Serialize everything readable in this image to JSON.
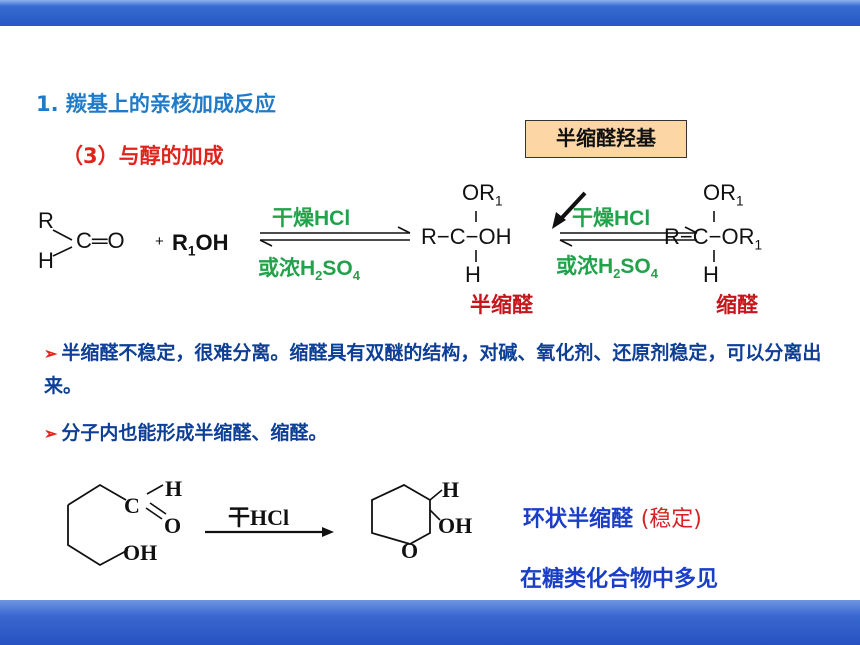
{
  "heading": "1.  羰基上的亲核加成反应",
  "subheading": "（3）与醇的加成",
  "callout": "半缩醛羟基",
  "reaction": {
    "aldehyde_r": "R",
    "aldehyde_co": "C═O",
    "aldehyde_h": "H",
    "plus": "+",
    "alcohol_r": "R",
    "alcohol_sub": "1",
    "alcohol_oh": "OH",
    "cond1_top": "干燥HCl",
    "cond1_bottom_a": "或浓H",
    "cond1_bottom_sub1": "2",
    "cond1_bottom_b": "SO",
    "cond1_bottom_sub2": "4",
    "hemi_top": "OR",
    "hemi_top_sub": "1",
    "hemi_mid": "R−C−OH",
    "hemi_bottom": "H",
    "hemi_label": "半缩醛",
    "cond2_top": "干燥HCl",
    "cond2_bottom_a": "或浓H",
    "cond2_bottom_sub1": "2",
    "cond2_bottom_b": "SO",
    "cond2_bottom_sub2": "4",
    "acetal_top": "OR",
    "acetal_top_sub": "1",
    "acetal_mid_a": "R−C−OR",
    "acetal_mid_sub": "1",
    "acetal_bottom": "H",
    "acetal_label": "缩醛"
  },
  "bullets": [
    "半缩醛不稳定，很难分离。缩醛具有双醚的结构，对碱、氧化剂、还原剂稳定，可以分离出来。",
    "分子内也能形成半缩醛、缩醛。"
  ],
  "cyclic": {
    "chain_c": "C",
    "chain_h": "H",
    "chain_o": "O",
    "chain_oh": "OH",
    "arrow_text": "干HCl",
    "ring_h": "H",
    "ring_oh": "OH",
    "ring_o": "O"
  },
  "notes": {
    "line1_a": "环状半缩醛",
    "line1_b": "(稳定)",
    "line2": "在糖类化合物中多见"
  },
  "colors": {
    "bar_blue": "#2456c4",
    "heading_blue": "#1f7ac8",
    "sub_red": "#e0241b",
    "condition_green": "#22a24a",
    "label_red": "#c4161c",
    "text_navy": "#0e3f96",
    "callout_fill": "#fcd7a5"
  }
}
